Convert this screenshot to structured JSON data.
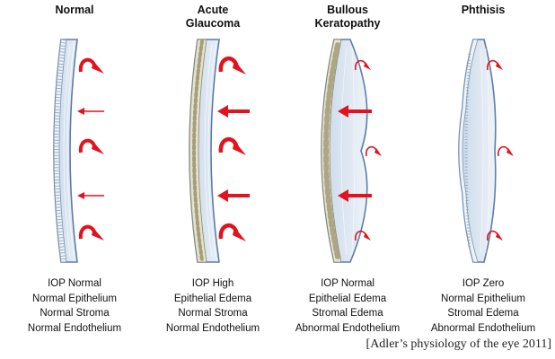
{
  "colors": {
    "arrow": "#e3121f",
    "stroma_fill": "#d5e1ee",
    "outline": "#5d7da8",
    "edema_cell": "#b7b08e"
  },
  "icons": [
    "curved-arrow-icon",
    "straight-arrow-icon"
  ],
  "panels": [
    {
      "id": "normal",
      "title": [
        "",
        "Normal"
      ],
      "captions": [
        "IOP Normal",
        "Normal Epithelium",
        "Normal Stroma",
        "Normal Endothelium"
      ]
    },
    {
      "id": "acute-glaucoma",
      "title": [
        "Acute",
        "Glaucoma"
      ],
      "captions": [
        "IOP High",
        "Epithelial Edema",
        "Normal Stroma",
        "Normal Endothelium"
      ]
    },
    {
      "id": "bullous-keratopathy",
      "title": [
        "Bullous",
        "Keratopathy"
      ],
      "captions": [
        "IOP Normal",
        "Epithelial Edema",
        "Stromal Edema",
        "Abnormal Endothelium"
      ]
    },
    {
      "id": "phthisis",
      "title": [
        "",
        "Phthisis"
      ],
      "captions": [
        "IOP Zero",
        "Normal Epithelium",
        "Stromal Edema",
        "Abnormal Endothelium"
      ]
    }
  ],
  "citation": "[Adler’s physiology of the eye  2011]"
}
